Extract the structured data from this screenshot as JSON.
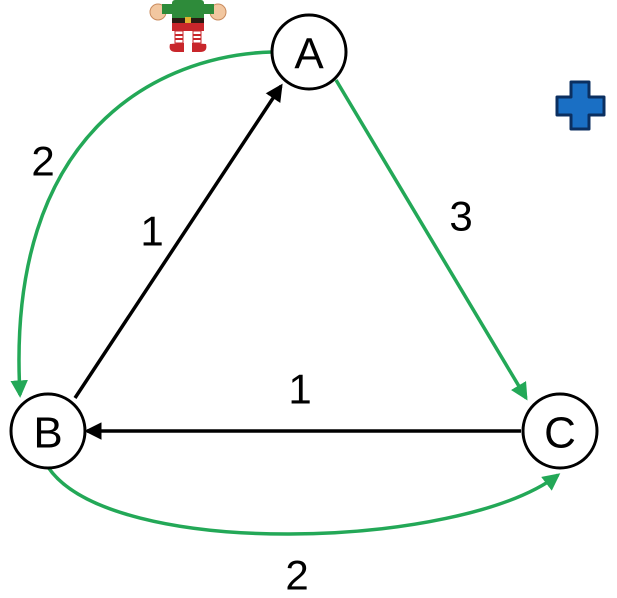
{
  "colors": {
    "black_edge": "#000000",
    "green_edge": "#23a857",
    "plus_fill": "#1a6fc4",
    "plus_stroke": "#0b2f60"
  },
  "icons": {
    "elf": "elf-figure-icon",
    "plus": "blue-plus-icon"
  },
  "nodes": {
    "a": {
      "label": "A"
    },
    "b": {
      "label": "B"
    },
    "c": {
      "label": "C"
    }
  },
  "edges": {
    "b_to_a": {
      "weight": "1",
      "color": "black"
    },
    "c_to_b": {
      "weight": "1",
      "color": "black"
    },
    "a_to_b": {
      "weight": "2",
      "color": "green"
    },
    "a_to_c": {
      "weight": "3",
      "color": "green"
    },
    "b_to_c": {
      "weight": "2",
      "color": "green"
    }
  }
}
